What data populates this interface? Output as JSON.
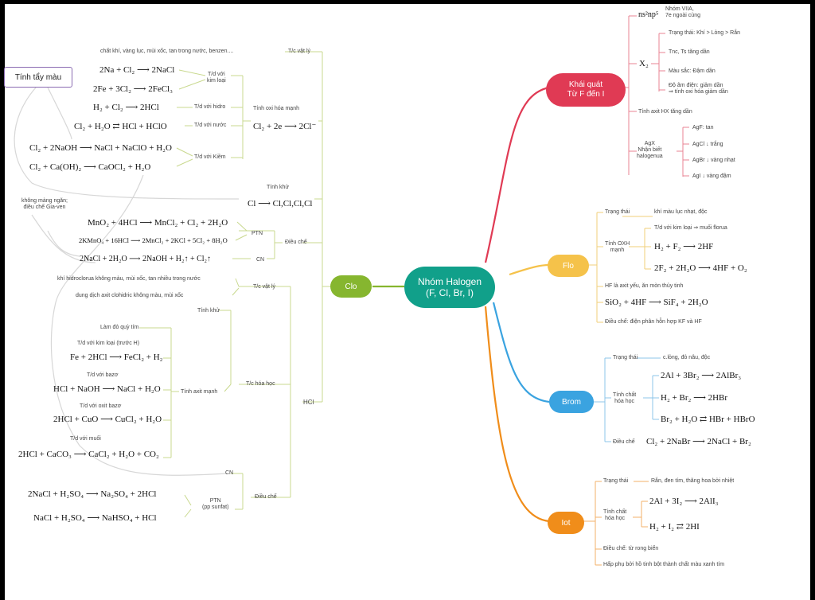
{
  "center": {
    "title": "Nhóm Halogen",
    "subtitle": "(F, Cl, Br, I)"
  },
  "branches": {
    "clo": "Clo",
    "flo": "Flo",
    "brom": "Brom",
    "iot": "Iot",
    "khai_quat_1": "Khái quát",
    "khai_quat_2": "Từ F đến I"
  },
  "colors": {
    "center": "#11a08a",
    "clo": "#86b62f",
    "khai_quat": "#e03a54",
    "flo": "#f5c24a",
    "brom": "#3aa3e0",
    "iot": "#f08d1a"
  },
  "clo": {
    "tinh_tay_mau": "Tính tẩy màu",
    "vat_ly_title": "T/c vật lý",
    "vat_ly_desc": "chất khí, vàng lục, mùi xốc, tan trong nước, benzen....",
    "kim_loai_label_1": "T/d với",
    "kim_loai_label_2": "kim loại",
    "eq_na_cl": "2Na + Cl₂ ⟶ 2NaCl",
    "eq_fe_cl": "2Fe + 3Cl₂ ⟶ 2FeCl₃",
    "eq_h_cl": "H₂ + Cl₂ ⟶ 2HCl",
    "hidro_label": "T/d với hidro",
    "nuoc_label": "T/d với nước",
    "kiem_label": "T/d với Kiềm",
    "eq_nuoc": "Cl₂ + H₂O ⇄ HCl + HClO",
    "eq_naoh": "Cl₂ + 2NaOH ⟶ NaCl + NaClO + H₂O",
    "eq_caoh": "Cl₂ + Ca(OH)₂ ⟶ CaOCl₂ + H₂O",
    "oxh_title": "Tính oxi hóa mạnh",
    "eq_oxh": "Cl₂ + 2e ⟶ 2Cl⁻",
    "khu_title": "Tính khử",
    "eq_khu": "Cl ⟶ Cl,Cl,Cl,Cl",
    "javen_1": "không màng ngăn;",
    "javen_2": "điều chế Gia-ven",
    "ptn": "PTN",
    "cn": "CN",
    "dieu_che": "Điều chế",
    "eq_mno2": "MnO₂ + 4HCl ⟶ MnCl₂ + Cl₂ + 2H₂O",
    "eq_kmno4": "2KMnO₄ + 16HCl ⟶ 2MnCl₂ + 2KCl + 5Cl₂ + 8H₂O",
    "eq_dien_phan": "2NaCl + 2H₂O ⟶ 2NaOH + H₂↑ + Cl₂↑"
  },
  "hcl": {
    "label": "HCl",
    "vat_ly_title": "T/c vật lý",
    "vat_ly_1": "khí hidroclorua không màu, mùi xốc, tan nhiều trong nước",
    "vat_ly_2": "dung dịch axit clohidric không màu, mùi xốc",
    "tinh_khu": "Tính khử",
    "hoa_hoc": "T/c hóa học",
    "axit_manh": "Tính axit mạnh",
    "quy_tim": "Làm đỏ quỳ tím",
    "kim_loai": "T/d với kim loại (trước H)",
    "eq_fe": "Fe + 2HCl ⟶ FeCl₂ + H₂",
    "bazo": "T/d với bazơ",
    "eq_naoh": "HCl + NaOH ⟶ NaCl + H₂O",
    "oxit_bazo": "T/d với oxit bazơ",
    "eq_cuo": "2HCl + CuO ⟶ CuCl₂ + H₂O",
    "muoi": "T/d với muối",
    "eq_caco3": "2HCl + CaCO₃ ⟶ CaCl₂ + H₂O + CO₂",
    "cn": "CN",
    "dieu_che": "Điều chế",
    "ptn_1": "PTN",
    "ptn_2": "(pp sunfat)",
    "eq_na2so4": "2NaCl + H₂SO₄ ⟶ Na₂SO₄ + 2HCl",
    "eq_nahso4": "NaCl + H₂SO₄ ⟶ NaHSO₄ + HCl"
  },
  "khai_quat": {
    "cau_hinh": "ns²np⁵",
    "nhom_1": "Nhóm VIIA,",
    "nhom_2": "7e ngoài cùng",
    "x2": "X₂",
    "trang_thai": "Trạng thái: Khí > Lỏng > Rắn",
    "nhiet_do": "Tnc, Ts tăng dần",
    "mau_sac": "Màu sắc: Đậm dần",
    "am_dien_1": "Độ âm điện: giảm dần",
    "am_dien_2": "⇒ tính oxi hóa giảm dần",
    "axit_hx": "Tính axit HX tăng dần",
    "agx_1": "AgX",
    "agx_2": "Nhận biết",
    "agx_3": "halogenua",
    "agf": "AgF: tan",
    "agcl": "AgCl ↓ trắng",
    "agbr": "AgBr ↓ vàng nhạt",
    "agi": "AgI ↓ vàng đậm"
  },
  "flo": {
    "trang_thai": "Trạng thái",
    "trang_thai_desc": "khí màu lục nhạt, độc",
    "oxh_1": "Tính OXH",
    "oxh_2": "mạnh",
    "kim_loai": "T/d với kim loại ⇒ muối florua",
    "eq_hf": "H₂ + F₂ ⟶ 2HF",
    "eq_h2o": "2F₂ + 2H₂O ⟶ 4HF + O₂",
    "hf_axit": "HF là axit yếu, ăn mòn thủy tinh",
    "eq_sio2": "SiO₂ + 4HF ⟶ SiF₄ + 2H₂O",
    "dieu_che": "Điều chế: điện phân hỗn hợp KF và HF"
  },
  "brom": {
    "trang_thai": "Trạng thái",
    "trang_thai_desc": "c.lỏng, đỏ nâu, độc",
    "hoa_hoc_1": "Tính chất",
    "hoa_hoc_2": "hóa học",
    "eq_al": "2Al + 3Br₂ ⟶ 2AlBr₃",
    "eq_h2": "H₂ + Br₂ ⟶ 2HBr",
    "eq_h2o": "Br₂ + H₂O ⇄ HBr + HBrO",
    "dieu_che": "Điều chế",
    "eq_dieu_che": "Cl₂ + 2NaBr ⟶ 2NaCl + Br₂"
  },
  "iot": {
    "trang_thai": "Trạng thái",
    "trang_thai_desc": "Rắn, đen tím, thăng hoa bởi nhiệt",
    "hoa_hoc_1": "Tính chất",
    "hoa_hoc_2": "hóa học",
    "eq_al": "2Al + 3I₂ ⟶ 2AlI₃",
    "eq_h2": "H₂ + I₂ ⇄ 2HI",
    "dieu_che": "Điều chế: từ rong biển",
    "hap_phu": "Hấp phụ bởi hồ tinh bột thành chất màu xanh tím"
  }
}
